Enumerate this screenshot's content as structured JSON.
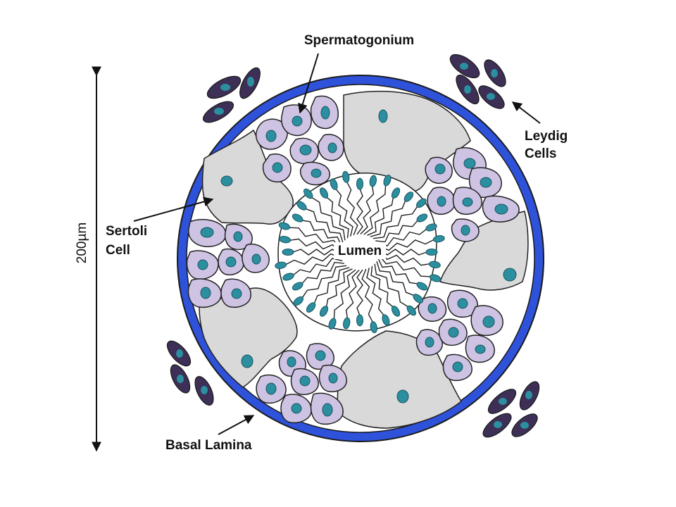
{
  "labels": {
    "spermatogonium": "Spermatogonium",
    "leydig_line1": "Leydig",
    "leydig_line2": "Cells",
    "sertoli_line1": "Sertoli",
    "sertoli_line2": "Cell",
    "lumen": "Lumen",
    "basal_lamina": "Basal Lamina",
    "scale": "200µm"
  },
  "colors": {
    "basal_lamina": "#2e52d9",
    "sertoli_cytoplasm": "#d9d9d9",
    "germ_cell": "#cfc3e3",
    "nucleus": "#2b8fa0",
    "leydig_cell": "#3d2f55",
    "outline": "#222222"
  }
}
